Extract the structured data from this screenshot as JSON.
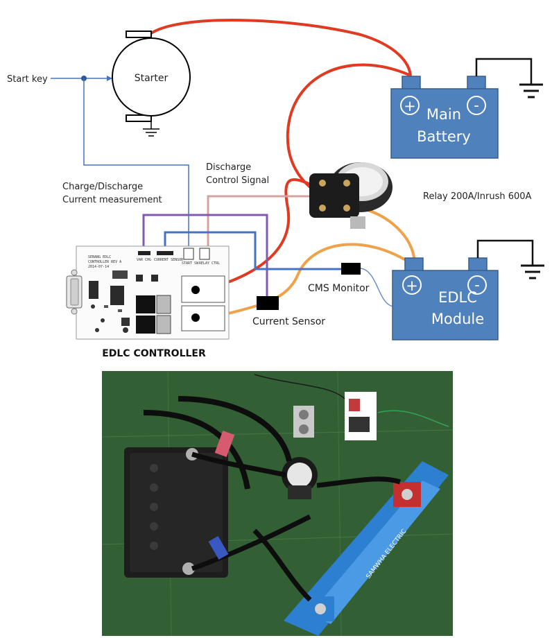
{
  "labels": {
    "start_key": "Start key",
    "starter": "Starter",
    "discharge_1": "Discharge",
    "discharge_2": "Control Signal",
    "charge_1": "Charge/Discharge",
    "charge_2": "Current measurement",
    "relay": "Relay 200A/Inrush 600A",
    "cms_monitor": "CMS Monitor",
    "current_sensor": "Current Sensor",
    "controller": "EDLC CONTROLLER",
    "main_battery_1": "Main",
    "main_battery_2": "Battery",
    "edlc_1": "EDLC",
    "edlc_2": "Module",
    "plus": "+",
    "minus": "-"
  },
  "pcb": {
    "line1": "SEBANG EDLC",
    "line2": "CONTROLLER REV A",
    "line3": "2014-07-14",
    "hdr1": "VAR CHG",
    "hdr2": "CURRENT SENSOR",
    "hdr3": "START SW",
    "hdr4": "RELAY CTRL"
  },
  "photo": {
    "module_brand": "SAMWHA ELECTRIC"
  },
  "colors": {
    "battery": "#4f81bd",
    "wire_red": "#e03a22",
    "wire_orange": "#f0a24a",
    "wire_blue": "#4472c4",
    "wire_purple": "#7f5ab5",
    "wire_pink": "#d9a0a0",
    "ground": "#111111"
  }
}
